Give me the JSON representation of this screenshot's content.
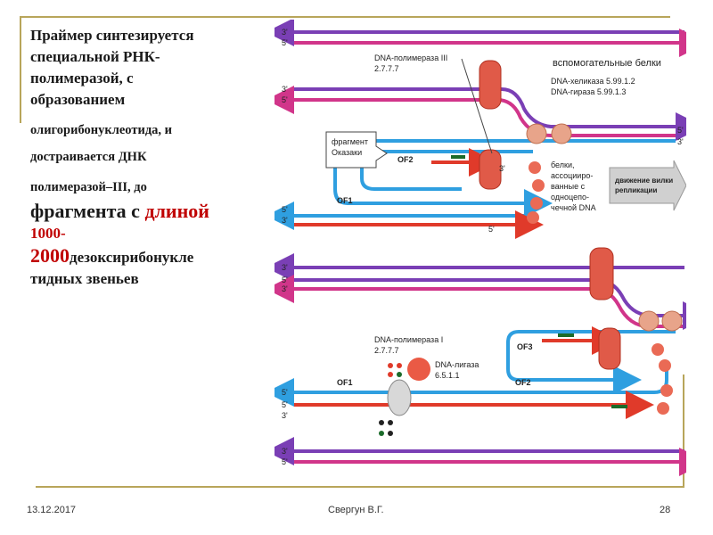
{
  "slide": {
    "text_lines": [
      "Праймер синтезируется",
      "специальной  РНК-",
      "полимеразой, с",
      "образованием",
      "олигорибонуклеотида, и",
      "достраивается   ДНК",
      "полимеразой–III, до"
    ],
    "fragment_prefix": "фрагмента с ",
    "fragment_red": "длиной",
    "length_line": "1000-",
    "length_red2": "2000",
    "length_rest": "дезоксирибонукле",
    "last_line": "тидных звеньев"
  },
  "diagram": {
    "strand_labels": [
      "3'",
      "5'",
      "3'",
      "5'",
      "5'",
      "3'",
      "5'",
      "3'"
    ],
    "labels_bottom_strands": [
      "3'",
      "5'",
      "3'",
      "5'",
      "5'",
      "3'",
      "3'",
      "5'"
    ],
    "pol3": [
      "DNA-полимераза III",
      "2.7.7.7"
    ],
    "aux": "вспомогательные белки",
    "helicase": "DNA-хеликаза  5.99.1.2",
    "gyrase": "DNA-гираза  5.99.1.3",
    "okazaki": [
      "фрагмент",
      "Оказаки"
    ],
    "of2": "OF2",
    "of1": "OF1",
    "of3": "OF3",
    "prime3": "3'",
    "prime5": "5'",
    "ssb": [
      "белки,",
      "ассоцииро-",
      "ванные с",
      "одноцепо-",
      "чечной DNA"
    ],
    "fork": [
      "движение вилки",
      "репликации"
    ],
    "pol1": [
      "DNA-полимераза I",
      "2.7.7.7"
    ],
    "ligase": [
      "DNA-лигаза",
      "6.5.1.1"
    ]
  },
  "footer": {
    "date": "13.12.2017",
    "author": "Свергун В.Г.",
    "page": "28"
  },
  "colors": {
    "rule": "#b8a55a",
    "purple": "#7a3fb5",
    "magenta": "#d1358a",
    "blue": "#2f9fe0",
    "red": "#e03a2a",
    "protein": "#e8a48a",
    "text_red": "#c00000"
  }
}
